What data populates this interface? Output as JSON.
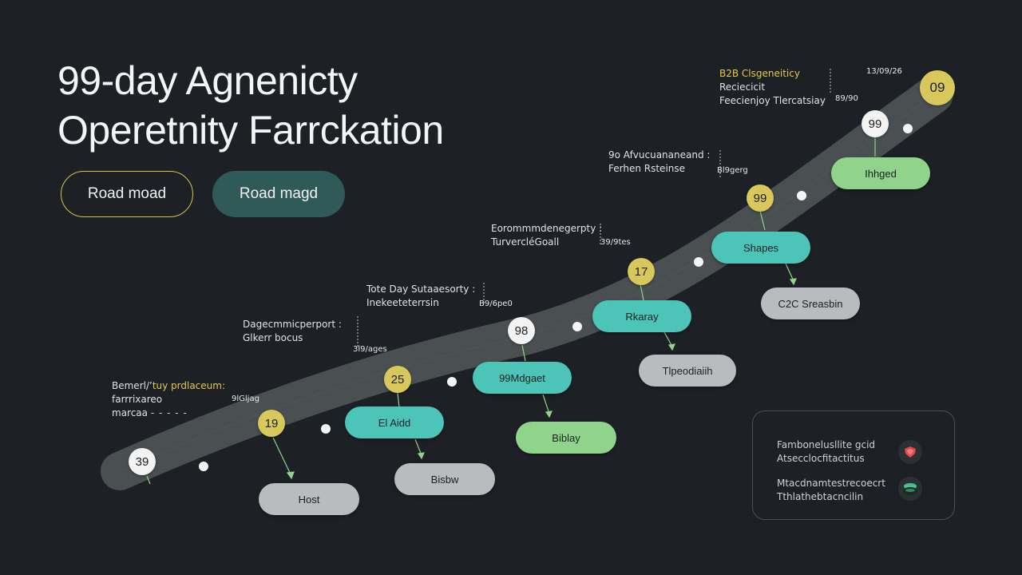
{
  "title": [
    "99-day Agnenicty",
    "Operetnity Farrckation"
  ],
  "chips": {
    "outline": "Road moad",
    "filled": "Road magd"
  },
  "nodes": [
    "09",
    "99",
    "99",
    "17",
    "98",
    "25",
    "19",
    "39"
  ],
  "pills": {
    "p1": "Ihhged",
    "p2": "Shapes",
    "p3": "C2C Sreasbin",
    "p4": "Rkaray",
    "p5": "Tlpeodiaiih",
    "p6": "99Mdgaet",
    "p7": "Biblay",
    "p8": "El Aidd",
    "p9": "Bisbw",
    "p10": "Host"
  },
  "labels": {
    "l1": {
      "line1": "B2B Clsgeneiticy",
      "line2": "Reciecicit",
      "line3": "Feecienjoy Tlercatsiay"
    },
    "l2": {
      "line1": "9o Afvucuananeand :",
      "line2": "Ferhen Rsteinse"
    },
    "l3": {
      "line1": "Eorommmdenegerpty :",
      "line2": "TurvercléGoall"
    },
    "l4": {
      "line1": "Tote Day Sutaaesorty :",
      "line2": "Inekeeteterrsin"
    },
    "l5": {
      "line1": "Dagecmmicperport :",
      "line2": "Glkerr bocus"
    },
    "l6": {
      "line1a": "Bemerl/’",
      "line1b": "tuy prdlaceum:",
      "line2": "farrrixareo",
      "line3": "marcaa",
      "dash": "- - - - -"
    }
  },
  "numbers": [
    "13/09/26",
    "89/90",
    "Bl9gerg",
    "39/9tes",
    "B9/6pe0",
    "3l9/ages",
    "9lGljag"
  ],
  "legend": {
    "item1": {
      "line1": "Fambonelusllite gcid",
      "line2": "Atsecclocfitactitus"
    },
    "item2": {
      "line1": "Mtacdnamtestrecoecrt",
      "line2": "Tthlathebtacncilin"
    }
  },
  "colors": {
    "background": "#1d2125",
    "road": "#4a4f52",
    "teal": "#4cc4b8",
    "green": "#8fd48a",
    "gray": "#b9bcbf",
    "yellow_node": "#d8c75a",
    "white_node": "#f3f3f3",
    "arrow_green": "#8fd48a",
    "highlight_text": "#e3c84e"
  },
  "icons": [
    "heart-shield-icon",
    "leaf-cap-icon"
  ]
}
